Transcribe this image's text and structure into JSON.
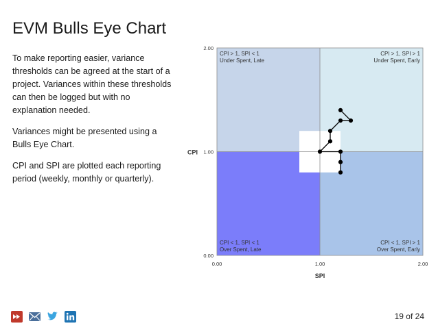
{
  "slide": {
    "title": "EVM Bulls Eye Chart",
    "paragraphs": [
      "To make reporting easier, variance thresholds can be agreed at the start of a project.  Variances within these thresholds can then be logged but with no explanation needed.",
      "Variances might be presented using a Bulls Eye Chart.",
      "CPI and SPI are plotted each reporting period (weekly, monthly or quarterly)."
    ],
    "page_number": "19 of 24"
  },
  "footer": {
    "icons": [
      "slideshow-icon",
      "mail-icon",
      "twitter-icon",
      "linkedin-icon"
    ],
    "colors": {
      "slideshow": "#c0392b",
      "mail": "#4a6f9b",
      "twitter": "#3ba5e0",
      "linkedin": "#1f74b3"
    }
  },
  "chart_data": {
    "type": "scatter",
    "title": "",
    "xlabel": "SPI",
    "ylabel": "CPI",
    "xlim": [
      0,
      2
    ],
    "ylim": [
      0,
      2
    ],
    "x_ticks": [
      "0.00",
      "1.00",
      "2.00"
    ],
    "y_ticks": [
      "0.00",
      "1.00",
      "2.00"
    ],
    "threshold_box": {
      "x": [
        0.8,
        1.2
      ],
      "y": [
        0.8,
        1.2
      ]
    },
    "quadrants": [
      {
        "position": "top-left",
        "line1": "CPI > 1, SPI < 1",
        "line2": "Under Spent, Late",
        "color": "#c6d5ea"
      },
      {
        "position": "top-right",
        "line1": "CPI > 1, SPI > 1",
        "line2": "Under Spent, Early",
        "color": "#d7eaf2"
      },
      {
        "position": "bottom-left",
        "line1": "CPI < 1, SPI < 1",
        "line2": "Over Spent, Late",
        "color": "#7b7dfa"
      },
      {
        "position": "bottom-right",
        "line1": "CPI < 1, SPI > 1",
        "line2": "Over Spent, Early",
        "color": "#a9c4e9"
      }
    ],
    "series": [
      {
        "x": [
          1.2,
          1.2,
          1.2,
          1.0,
          1.1,
          1.1,
          1.2,
          1.3,
          1.2
        ],
        "y": [
          0.8,
          0.9,
          1.0,
          1.0,
          1.1,
          1.2,
          1.3,
          1.3,
          1.4
        ]
      }
    ]
  }
}
